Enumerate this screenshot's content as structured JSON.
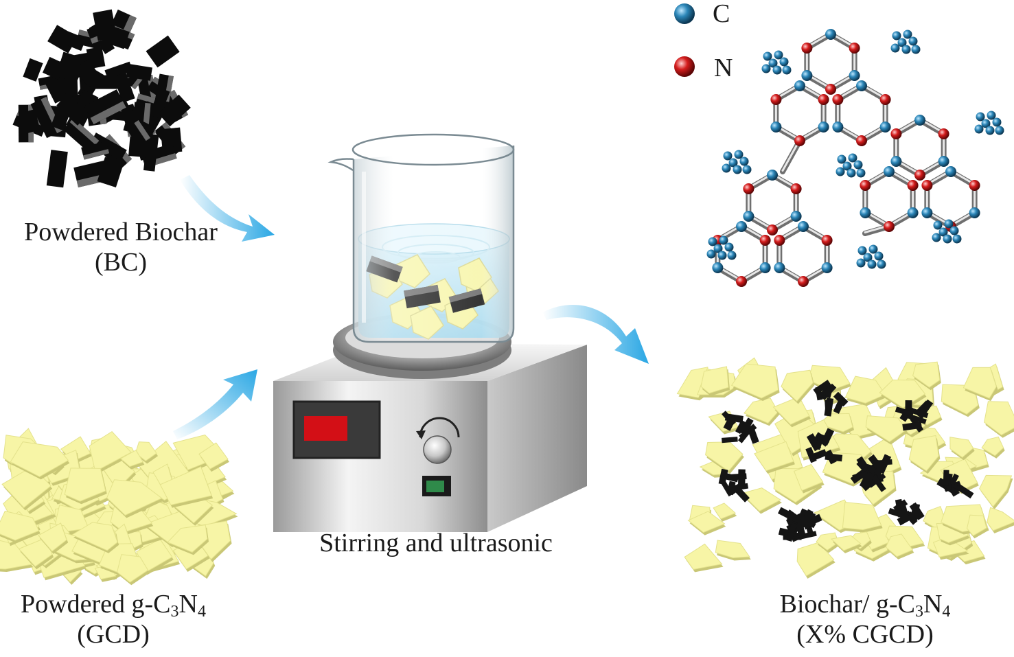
{
  "legend": [
    {
      "symbol": "C",
      "color": "#2b86b8"
    },
    {
      "symbol": "N",
      "color": "#d41c1c"
    }
  ],
  "labels": {
    "biochar": {
      "line1": "Powdered Biochar",
      "line2": "(BC)"
    },
    "gcn": {
      "prefix": "Powdered g-C",
      "sub1": "3",
      "mid": "N",
      "sub2": "4",
      "line2": "(GCD)"
    },
    "process": "Stirring and ultrasonic",
    "composite": {
      "prefix": "Biochar/ g-C",
      "sub1": "3",
      "mid": "N",
      "sub2": "4",
      "line2": "(X% CGCD)"
    }
  },
  "colors": {
    "arrow": "#2aa7e4",
    "flake": "#f7f5a6",
    "char": "#111111",
    "water": "#bfe6f3",
    "display": "#d30f16",
    "switch": "#2f8a4a"
  }
}
